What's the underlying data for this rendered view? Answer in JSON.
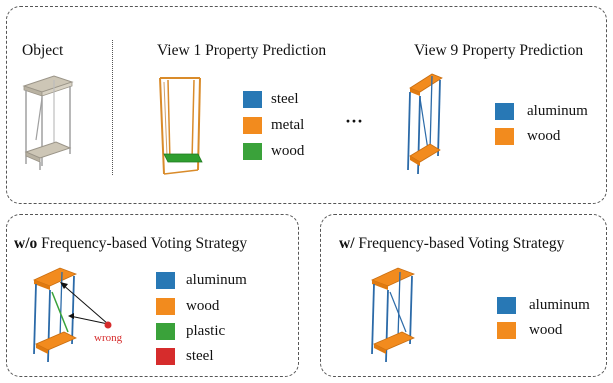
{
  "top": {
    "object_label": "Object",
    "view1_title": "View 1 Property Prediction",
    "view9_title": "View 9 Property Prediction",
    "ellipsis": "···",
    "view1_legend": [
      {
        "label": "steel",
        "color": "#2878b5"
      },
      {
        "label": "metal",
        "color": "#f28b1e"
      },
      {
        "label": "wood",
        "color": "#3aa23a"
      }
    ],
    "view9_legend": [
      {
        "label": "aluminum",
        "color": "#2878b5"
      },
      {
        "label": "wood",
        "color": "#f28b1e"
      }
    ]
  },
  "bottom_left": {
    "title_bold": "w/o",
    "title_rest": " Frequency-based Voting Strategy",
    "wrong_label": "wrong",
    "legend": [
      {
        "label": "aluminum",
        "color": "#2878b5"
      },
      {
        "label": "wood",
        "color": "#f28b1e"
      },
      {
        "label": "plastic",
        "color": "#3aa23a"
      },
      {
        "label": "steel",
        "color": "#d62c2c"
      }
    ]
  },
  "bottom_right": {
    "title_bold": "w/",
    "title_rest": " Frequency-based Voting Strategy",
    "legend": [
      {
        "label": "aluminum",
        "color": "#2878b5"
      },
      {
        "label": "wood",
        "color": "#f28b1e"
      }
    ]
  },
  "colors": {
    "blue": "#2878b5",
    "orange": "#f28b1e",
    "green": "#3aa23a",
    "red": "#d62c2c",
    "wrong_text": "#d62c2c"
  }
}
